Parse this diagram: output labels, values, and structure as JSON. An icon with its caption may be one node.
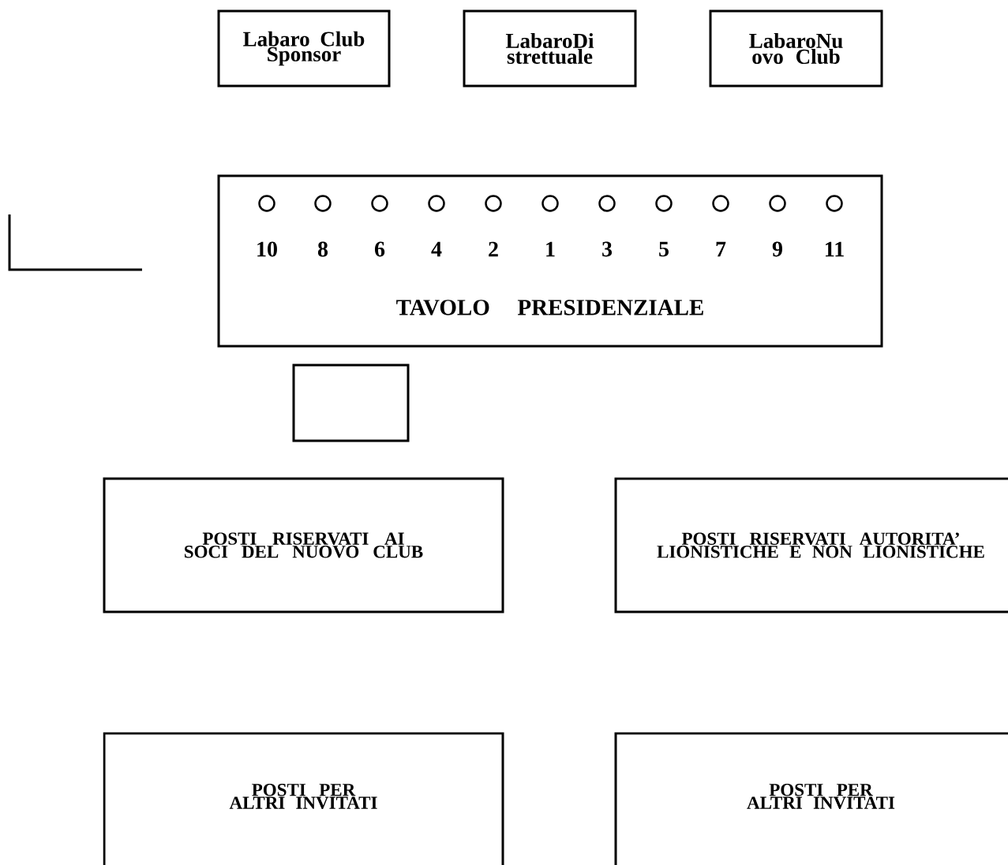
{
  "diagram": {
    "nodes": [
      {
        "text": [
          "Labaro Club Sponsor"
        ]
      },
      {
        "text": [
          "LabaroDi strettuale"
        ]
      },
      {
        "text": [
          "LabaroNu ovo Club"
        ]
      },
      {
        "text": [
          "TAVOLO PRESIDENZIALE"
        ]
      },
      {
        "text": [],
        "shape": "circle",
        "in": 3,
        "beside": [
          "10"
        ]
      },
      {
        "text": [],
        "shape": "circle",
        "in": 3,
        "beside": [
          "8"
        ]
      },
      {
        "text": [],
        "shape": "circle",
        "in": 3,
        "beside": [
          "6"
        ]
      },
      {
        "text": [],
        "shape": "circle",
        "in": 3,
        "beside": [
          "4"
        ]
      },
      {
        "text": [],
        "shape": "circle",
        "in": 3,
        "beside": [
          "2"
        ]
      },
      {
        "text": [],
        "shape": "circle",
        "in": 3,
        "beside": [
          "1"
        ]
      },
      {
        "text": [],
        "shape": "circle",
        "in": 3,
        "beside": [
          "3"
        ]
      },
      {
        "text": [],
        "shape": "circle",
        "in": 3,
        "beside": [
          "5"
        ]
      },
      {
        "text": [],
        "shape": "circle",
        "in": 3,
        "beside": [
          "7"
        ]
      },
      {
        "text": [],
        "shape": "circle",
        "in": 3,
        "beside": [
          "9"
        ]
      },
      {
        "text": [],
        "shape": "circle",
        "in": 3,
        "beside": [
          "11"
        ]
      },
      {
        "text": [],
        "shape": "box"
      },
      {
        "text": [
          "POSTI RISERVATI AI SOCI DEL NUOVO CLUB"
        ]
      },
      {
        "text": [
          "POSTI RISERVATI AUTORITA’ LIONISTICHE E NON LIONISTICHE"
        ]
      },
      {
        "text": [
          "POSTI PER ALTRI INVITATI"
        ]
      },
      {
        "text": [
          "POSTI PER ALTRI INVITATI"
        ]
      }
    ]
  }
}
